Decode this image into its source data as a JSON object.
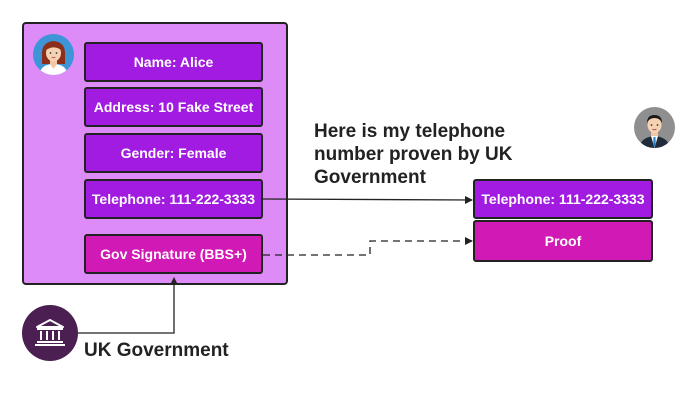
{
  "credential": {
    "name": "Name: Alice",
    "address": "Address: 10 Fake Street",
    "gender": "Gender: Female",
    "telephone": "Telephone: 111-222-3333",
    "signature": "Gov Signature (BBS+)"
  },
  "message": "Here is my telephone number proven by UK Government",
  "issuer": {
    "label": "UK Government",
    "icon": "government-building-icon"
  },
  "presentation": {
    "telephone": "Telephone: 111-222-3333",
    "proof": "Proof"
  },
  "icons": {
    "holder": "woman-avatar-icon",
    "verifier": "man-avatar-icon"
  },
  "colors": {
    "card_bg": "#dd8bf7",
    "attribute_box": "#a21be0",
    "signature_box": "#d11ab5",
    "issuer_logo": "#4b1f52"
  }
}
